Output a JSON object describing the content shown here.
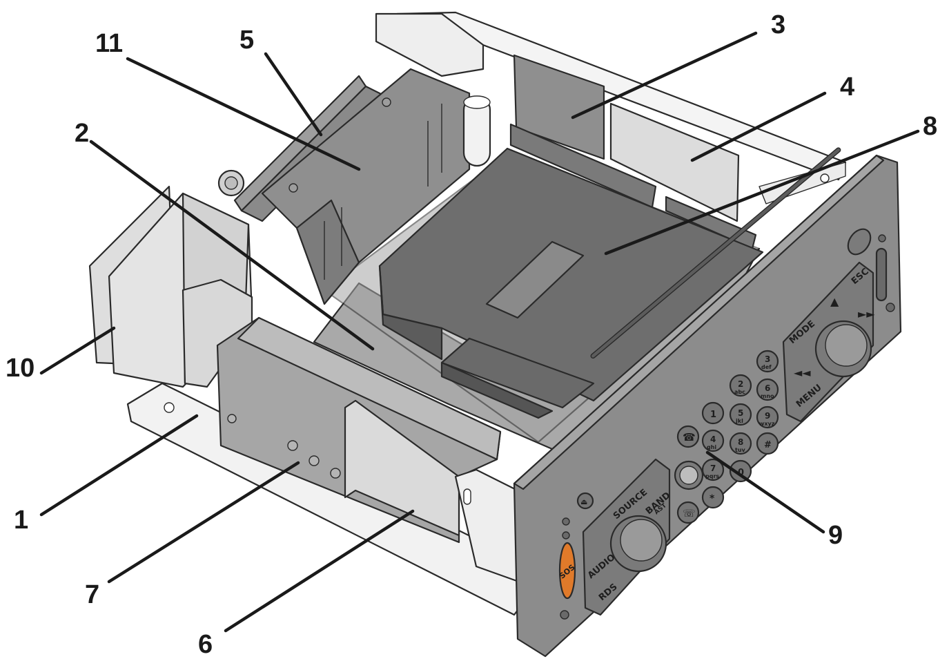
{
  "callouts": [
    {
      "id": "c1",
      "label": "1"
    },
    {
      "id": "c2",
      "label": "2"
    },
    {
      "id": "c3",
      "label": "3"
    },
    {
      "id": "c4",
      "label": "4"
    },
    {
      "id": "c5",
      "label": "5"
    },
    {
      "id": "c6",
      "label": "6"
    },
    {
      "id": "c7",
      "label": "7"
    },
    {
      "id": "c8",
      "label": "8"
    },
    {
      "id": "c9",
      "label": "9"
    },
    {
      "id": "c10",
      "label": "10"
    },
    {
      "id": "c11",
      "label": "11"
    }
  ],
  "panel_labels": {
    "mode": "MODE",
    "esc": "ESC",
    "menu": "MENU",
    "source": "SOURCE",
    "band": "BAND",
    "ast": "AST",
    "audio": "AUDIO",
    "rds": "RDS",
    "sos": "SOS"
  },
  "keypad": [
    {
      "digit": "1",
      "letters": ""
    },
    {
      "digit": "2",
      "letters": "abc"
    },
    {
      "digit": "3",
      "letters": "def"
    },
    {
      "digit": "4",
      "letters": "ghi"
    },
    {
      "digit": "5",
      "letters": "jkl"
    },
    {
      "digit": "6",
      "letters": "mno"
    },
    {
      "digit": "7",
      "letters": "pqrs"
    },
    {
      "digit": "8",
      "letters": "tuv"
    },
    {
      "digit": "9",
      "letters": "wxyz"
    },
    {
      "digit": "*",
      "letters": ""
    },
    {
      "digit": "0",
      "letters": ""
    },
    {
      "digit": "#",
      "letters": ""
    }
  ],
  "colors": {
    "chassis": "#f2f2f2",
    "light_part": "#dedede",
    "mid_part": "#a9a9a9",
    "dark_part": "#8f8f8f",
    "module": "#6e6e6e",
    "faceplate": "#8c8c8c",
    "sos_accent": "#e07a2a"
  }
}
